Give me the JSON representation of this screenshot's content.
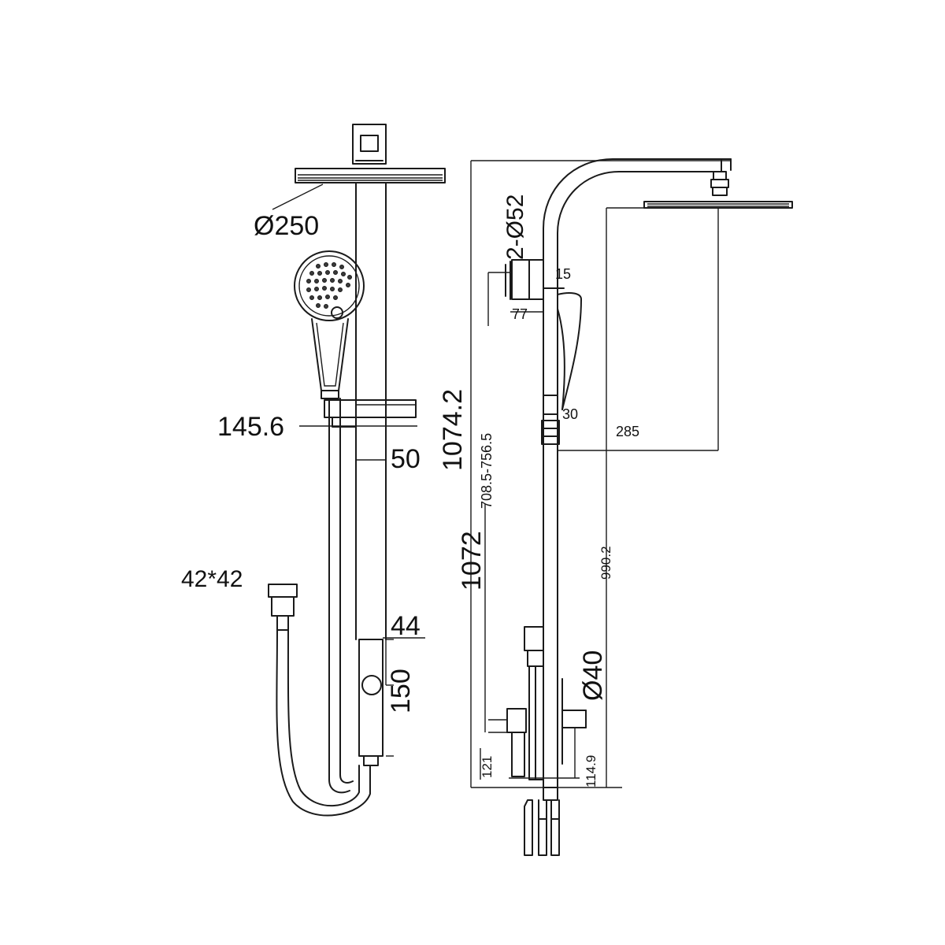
{
  "dimensions": {
    "head_diameter": "Ø250",
    "slider_width": "145.6",
    "rail_width": "50",
    "outlet_size": "42*42",
    "body_width": "44",
    "body_height": "150",
    "bracket_diameter": "2-Ø52",
    "bracket_15": "15",
    "bracket_77": "77",
    "connector_30": "30",
    "arm_reach": "285",
    "total_height": "1074.2",
    "adjust_range": "708.5-756.5",
    "column_height": "1072",
    "head_height": "990.2",
    "valve_diameter": "Ø40",
    "valve_offset": "114.9",
    "base_height": "121"
  }
}
